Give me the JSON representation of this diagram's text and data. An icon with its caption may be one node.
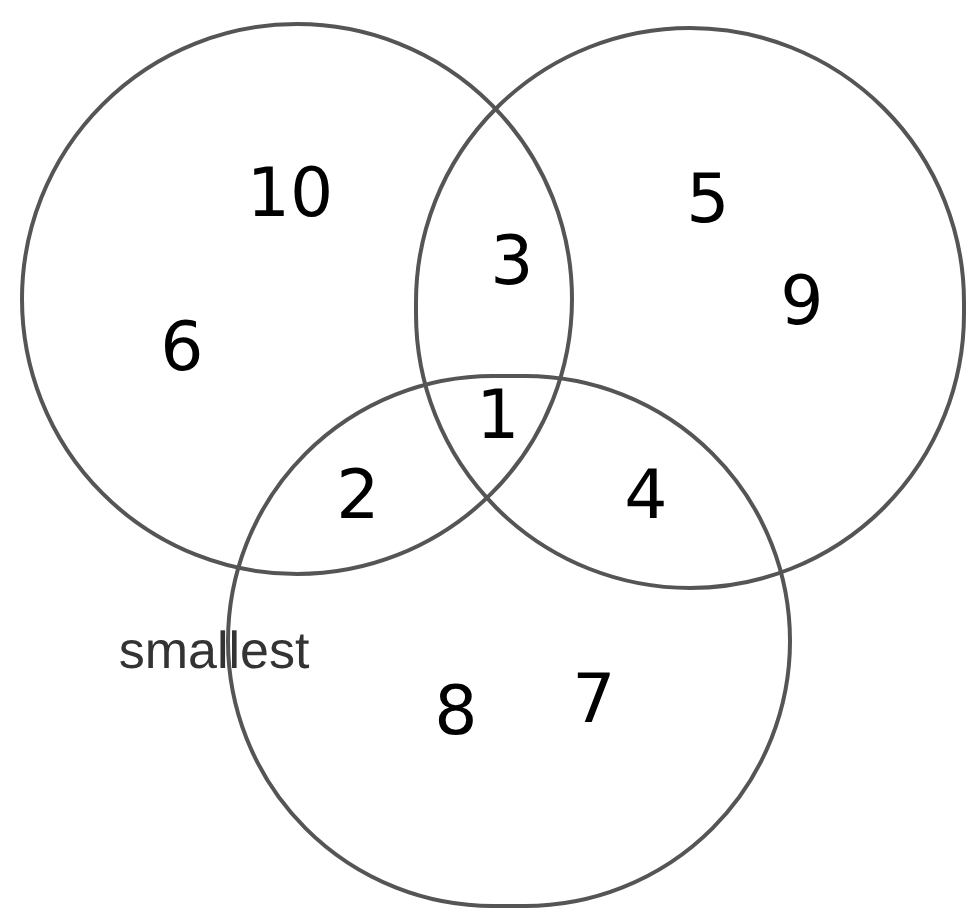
{
  "diagram": {
    "nodes": [
      {
        "text": [],
        "shape": "circle"
      },
      {
        "text": [],
        "shape": "circle"
      },
      {
        "text": [],
        "shape": "circle"
      }
    ],
    "labels": [
      "10",
      "3",
      "5",
      "9",
      "6",
      "1",
      "2",
      "4",
      "smallest",
      "7",
      "8"
    ]
  }
}
